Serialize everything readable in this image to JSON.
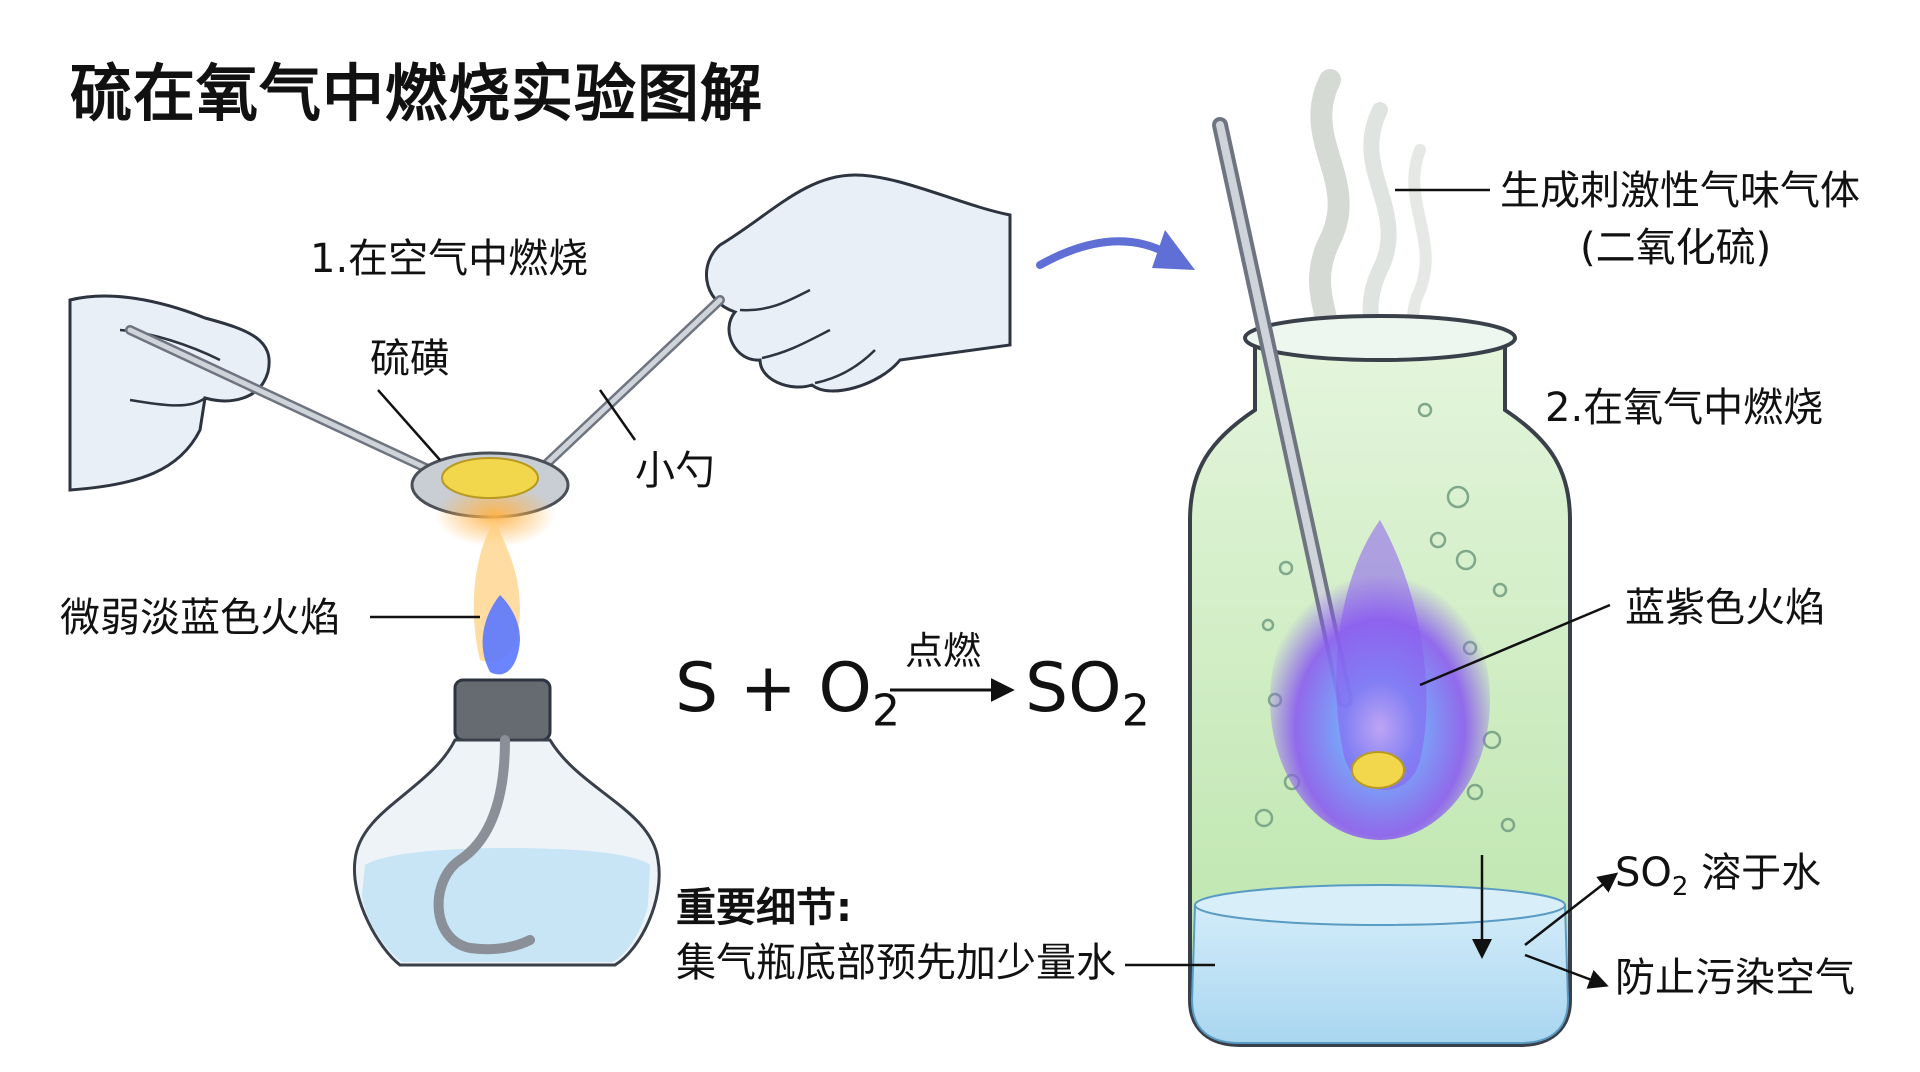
{
  "title": "硫在氧气中燃烧实验图解",
  "left": {
    "step": "1.在空气中燃烧",
    "sulfur": "硫磺",
    "spoon": "小勺",
    "flame": "微弱淡蓝色火焰"
  },
  "equation": {
    "reactant1": "S",
    "plus": "+",
    "reactant2": "O",
    "reactant2_sub": "2",
    "condition": "点燃",
    "product": "SO",
    "product_sub": "2"
  },
  "notes": {
    "heading": "重要细节:",
    "detail": "集气瓶底部预先加少量水"
  },
  "right": {
    "gas_line1": "生成刺激性气味气体",
    "gas_line2": "(二氧化硫)",
    "step": "2.在氧气中燃烧",
    "flame": "蓝紫色火焰",
    "dissolve_prefix": "SO",
    "dissolve_sub": "2",
    "dissolve_suffix": "溶于水",
    "prevent": "防止污染空气"
  },
  "colors": {
    "flame_blue": "#5a78ff",
    "flame_purple": "#8a5cf0",
    "jar_tint": "#c8ecb4",
    "water": "#bfe2f5",
    "sulfur": "#f2d64b",
    "arrow": "#5f6fd6"
  }
}
